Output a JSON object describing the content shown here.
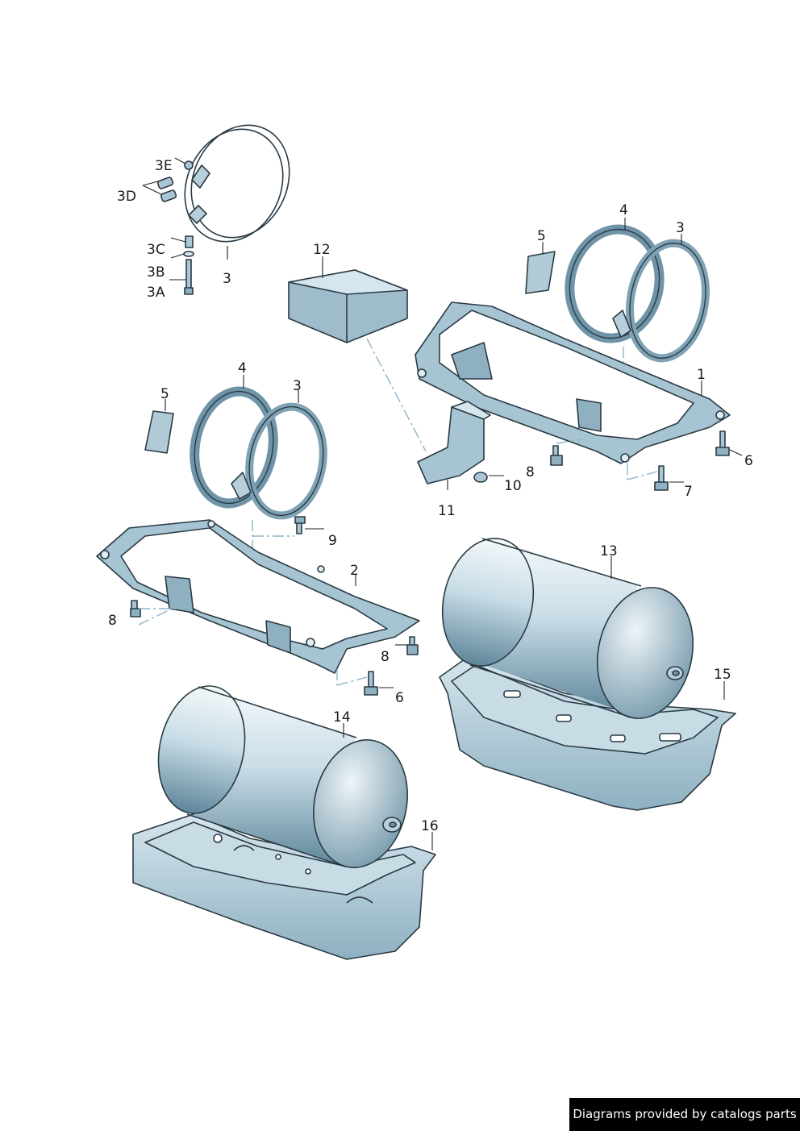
{
  "labels": {
    "l3E": "3E",
    "l3D": "3D",
    "l3C": "3C",
    "l3B": "3B",
    "l3A": "3A",
    "l3_top": "3",
    "l12": "12",
    "l5_right": "5",
    "l4_right": "4",
    "l3_right": "3",
    "l1": "1",
    "l6_right": "6",
    "l7": "7",
    "l8_right": "8",
    "l10": "10",
    "l11": "11",
    "l5_left": "5",
    "l4_left": "4",
    "l3_left": "3",
    "l9": "9",
    "l2": "2",
    "l8_left": "8",
    "l8_mid": "8",
    "l6_mid": "6",
    "l13": "13",
    "l15": "15",
    "l14": "14",
    "l16": "16"
  },
  "footer": {
    "credit": "Diagrams provided by catalogs parts"
  },
  "colors": {
    "part_light": "#d9e8ef",
    "part_mid": "#a9c6d4",
    "part_dark": "#6f94a8",
    "outline": "#2a3a44"
  }
}
